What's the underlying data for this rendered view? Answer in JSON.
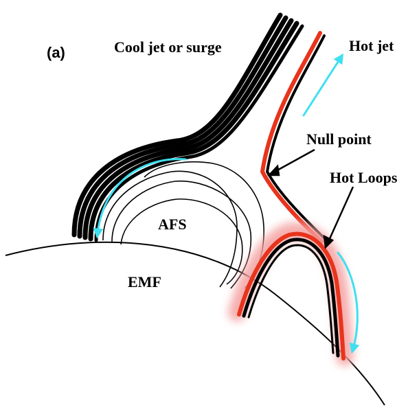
{
  "panel_label": "(a)",
  "labels": {
    "cool_jet": "Cool jet or surge",
    "hot_jet": "Hot jet",
    "null_point": "Null point",
    "hot_loops": "Hot Loops",
    "afs": "AFS",
    "emf": "EMF"
  },
  "colors": {
    "field_lines": "#000000",
    "hot_red": "#e8341c",
    "hot_glow": "#f4a0a0",
    "flow_arrows": "#3ee0f0"
  }
}
